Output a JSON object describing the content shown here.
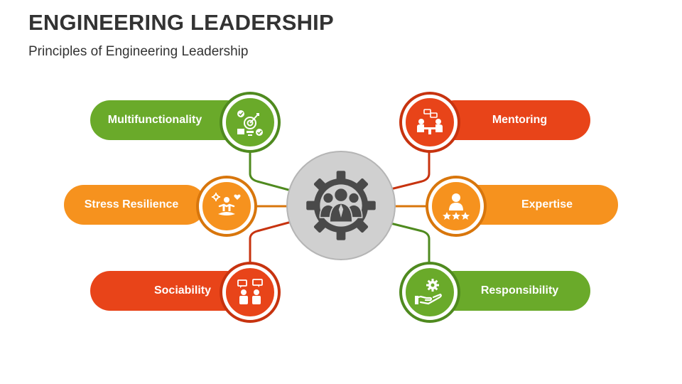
{
  "header": {
    "title": "ENGINEERING LEADERSHIP",
    "subtitle": "Principles of Engineering Leadership"
  },
  "colors": {
    "green": "#6aaa2a",
    "green_dark": "#4f8a1f",
    "orange": "#f6921e",
    "orange_dark": "#d8760c",
    "red": "#e84419",
    "red_dark": "#c7330f",
    "hub": "#d0d0d0",
    "icon_dark": "#4a4a4a"
  },
  "center": {
    "icon": "leadership-gear-team-icon"
  },
  "items": [
    {
      "label": "Multifunctionality",
      "icon": "target-workflow-icon",
      "color": "green"
    },
    {
      "label": "Stress Resilience",
      "icon": "meditation-icon",
      "color": "orange"
    },
    {
      "label": "Sociability",
      "icon": "conversation-icon",
      "color": "red"
    },
    {
      "label": "Mentoring",
      "icon": "mentoring-meeting-icon",
      "color": "red"
    },
    {
      "label": "Expertise",
      "icon": "expert-rating-icon",
      "color": "orange"
    },
    {
      "label": "Responsibility",
      "icon": "hand-gear-icon",
      "color": "green"
    }
  ]
}
